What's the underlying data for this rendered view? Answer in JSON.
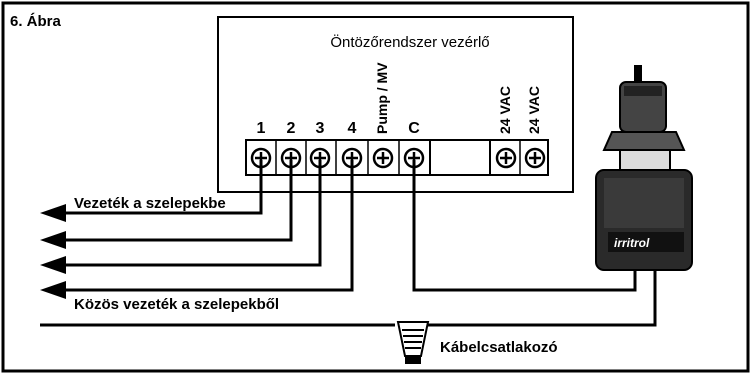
{
  "figure_label": "6. Ábra",
  "controller": {
    "title": "Öntözőrendszer vezérlő",
    "terminals": [
      {
        "label": "1",
        "rotated": false
      },
      {
        "label": "2",
        "rotated": false
      },
      {
        "label": "3",
        "rotated": false
      },
      {
        "label": "4",
        "rotated": false
      },
      {
        "label": "Pump / MV",
        "rotated": true
      },
      {
        "label": "C",
        "rotated": false
      },
      {
        "label": "24 VAC",
        "rotated": true
      },
      {
        "label": "24 VAC",
        "rotated": true
      }
    ]
  },
  "wires": {
    "valve_wires_label": "Vezeték a szelepekbe",
    "common_wire_label": "Közös vezeték a szelepekből",
    "connector_label": "Kábelcsatlakozó"
  },
  "valve": {
    "brand": "irritrol"
  },
  "colors": {
    "line": "#000000",
    "background": "#ffffff",
    "valve_body": "#2a2a2a"
  }
}
